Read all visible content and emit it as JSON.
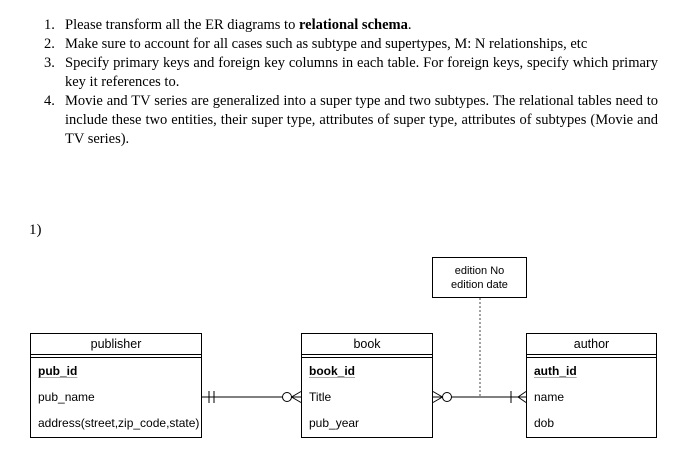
{
  "instructions": {
    "items": [
      {
        "number": "1.",
        "text_before_bold": "Please transform all the ER diagrams to ",
        "bold_text": "relational schema",
        "text_after_bold": "."
      },
      {
        "number": "2.",
        "text": "Make sure to account for all cases such as subtype and supertypes, M: N relationships, etc"
      },
      {
        "number": "3.",
        "text": "Specify primary keys and foreign key columns in each table. For foreign keys, specify which primary key it references to."
      },
      {
        "number": "4.",
        "text": "Movie and TV series are generalized into a super type and two subtypes. The relational tables need to include these two entities, their super type, attributes of super type, attributes of subtypes (Movie and TV series)."
      }
    ]
  },
  "section_label": "1)",
  "diagram": {
    "entities": [
      {
        "title": "publisher",
        "attributes": [
          {
            "name": "pub_id",
            "primary_key": true
          },
          {
            "name": "pub_name",
            "primary_key": false
          },
          {
            "name": "address(street,zip_code,state)",
            "primary_key": false
          }
        ]
      },
      {
        "title": "book",
        "attributes": [
          {
            "name": "book_id",
            "primary_key": true
          },
          {
            "name": "Title",
            "primary_key": false
          },
          {
            "name": "pub_year",
            "primary_key": false
          }
        ]
      },
      {
        "title": "author",
        "attributes": [
          {
            "name": "auth_id",
            "primary_key": true
          },
          {
            "name": "name",
            "primary_key": false
          },
          {
            "name": "dob",
            "primary_key": false
          }
        ]
      }
    ],
    "relationship_attribute_box": {
      "lines": [
        "edition No",
        "edition date"
      ]
    },
    "relationships": [
      {
        "from": "publisher",
        "to": "book",
        "from_cardinality": "one and only one (double tick)",
        "to_cardinality": "zero or many (circle + crow's foot)"
      },
      {
        "from": "book",
        "to": "author",
        "from_cardinality": "zero or many (circle + crow's foot)",
        "to_cardinality": "one or many (tick + crow's foot)",
        "note": "dotted line links relationship to edition attribute box"
      }
    ],
    "line_color": "#000000"
  }
}
